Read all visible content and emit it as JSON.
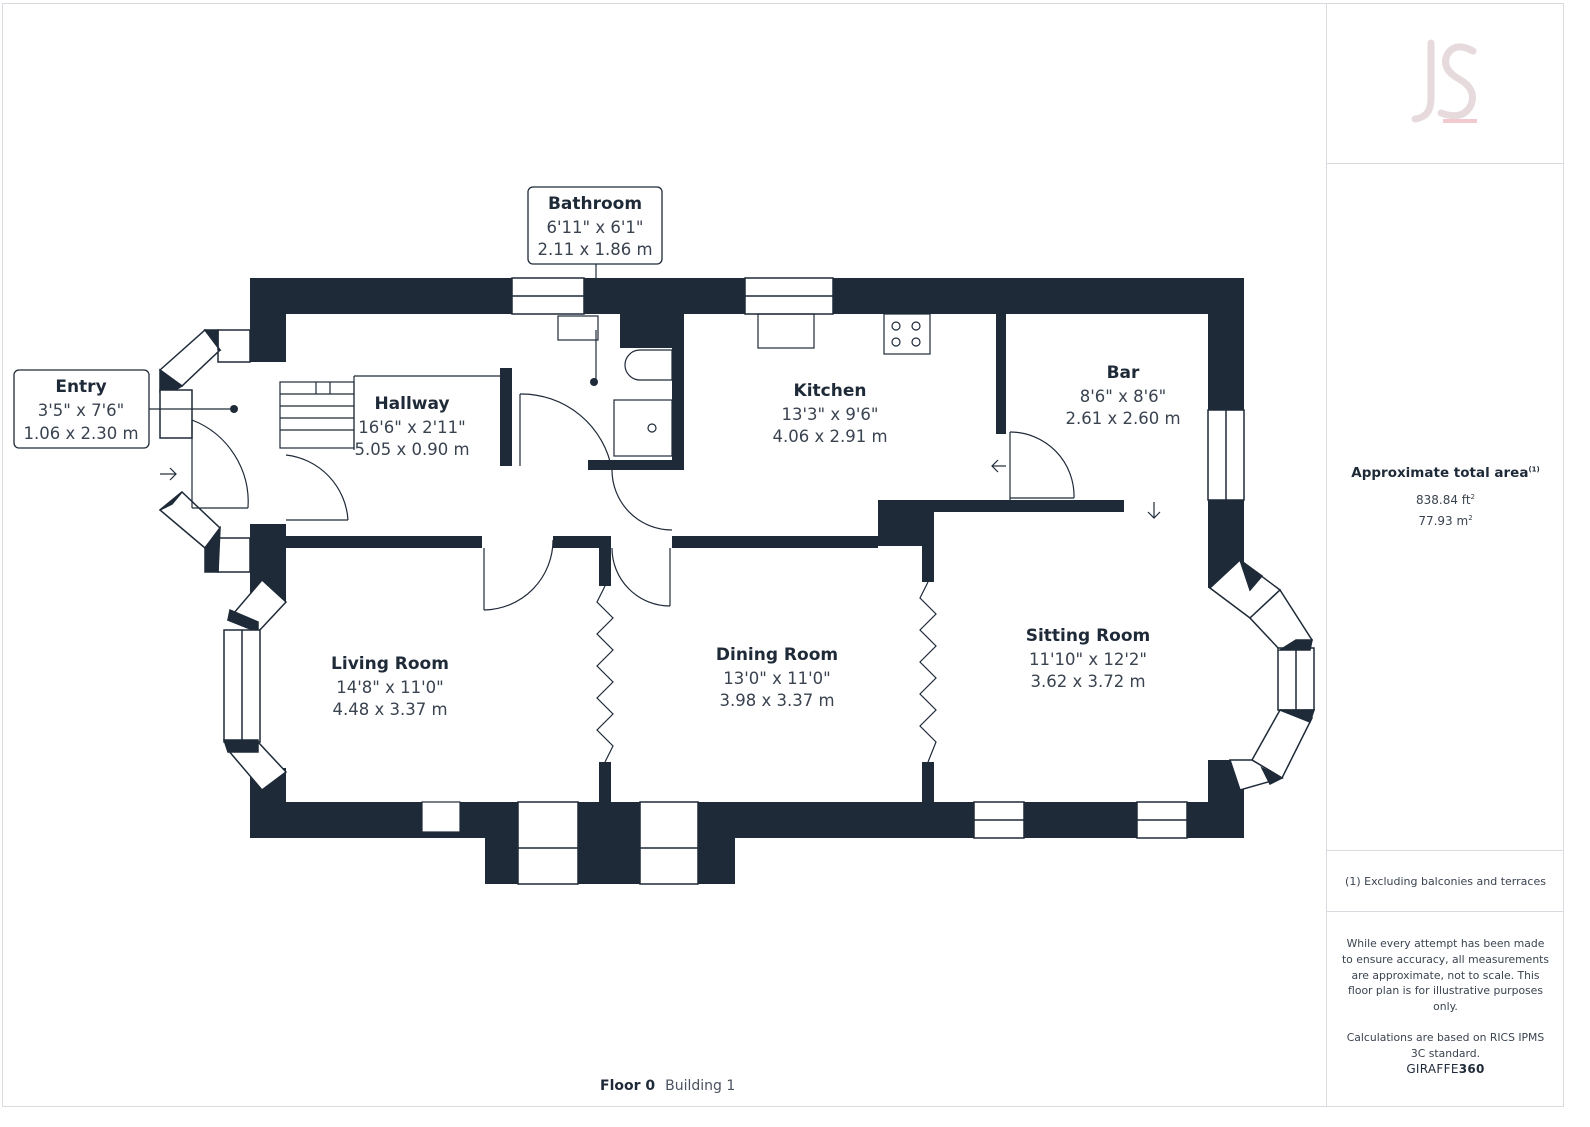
{
  "floor": {
    "label": "Floor 0",
    "building": "Building 1"
  },
  "rooms": [
    {
      "name": "Bathroom",
      "dim_imperial": "6'11\" x 6'1\"",
      "dim_metric": "2.11 x 1.86 m"
    },
    {
      "name": "Entry",
      "dim_imperial": "3'5\" x 7'6\"",
      "dim_metric": "1.06 x 2.30 m"
    },
    {
      "name": "Hallway",
      "dim_imperial": "16'6\" x 2'11\"",
      "dim_metric": "5.05 x 0.90 m"
    },
    {
      "name": "Kitchen",
      "dim_imperial": "13'3\" x 9'6\"",
      "dim_metric": "4.06 x 2.91 m"
    },
    {
      "name": "Bar",
      "dim_imperial": "8'6\" x 8'6\"",
      "dim_metric": "2.61 x 2.60 m"
    },
    {
      "name": "Living Room",
      "dim_imperial": "14'8\" x 11'0\"",
      "dim_metric": "4.48 x 3.37 m"
    },
    {
      "name": "Dining Room",
      "dim_imperial": "13'0\" x 11'0\"",
      "dim_metric": "3.98 x 3.37 m"
    },
    {
      "name": "Sitting Room",
      "dim_imperial": "11'10\" x 12'2\"",
      "dim_metric": "3.62 x 3.72 m"
    }
  ],
  "area": {
    "title": "Approximate total area",
    "footnote_mark": "(1)",
    "sqft_value": "838.84 ft",
    "sqm_value": "77.93 m",
    "unit_power": "2"
  },
  "footnote": "(1) Excluding balconies and terraces",
  "disclaimer": {
    "line1": "While every attempt has been made to ensure accuracy, all measurements are approximate, not to scale. This floor plan is for illustrative purposes only.",
    "line2": "Calculations are based on RICS IPMS 3C standard."
  },
  "brand": {
    "prefix": "GIRAFFE",
    "suffix": "360"
  },
  "colors": {
    "wall": "#1f2a38",
    "logo": "#e7dadd",
    "logo_accent": "#f2c9cf",
    "border": "#d9dbe0"
  }
}
